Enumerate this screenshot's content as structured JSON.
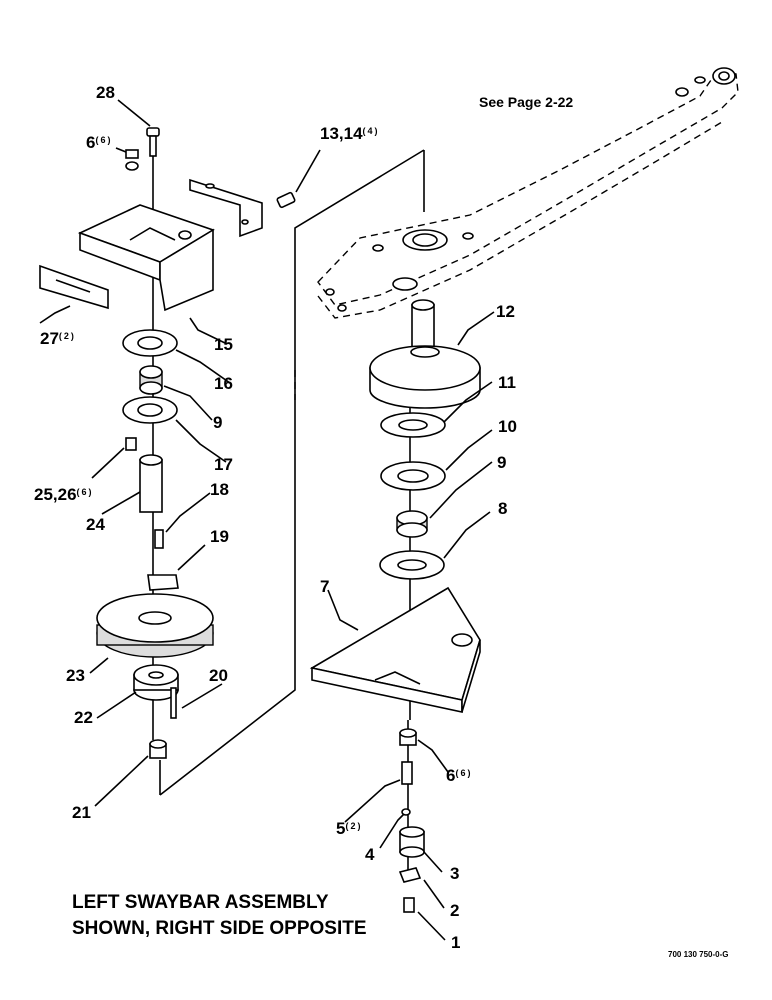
{
  "note": "See Page 2-22",
  "caption": {
    "line1": "LEFT SWAYBAR ASSEMBLY",
    "line2": "SHOWN, RIGHT SIDE OPPOSITE"
  },
  "drawing_number": "700 130 750-0-G",
  "callouts": {
    "c28": {
      "num": "28",
      "qty": ""
    },
    "c6a": {
      "num": "6",
      "qty": "(6)"
    },
    "c1314": {
      "num": "13,14",
      "qty": "(4)"
    },
    "c27": {
      "num": "27",
      "qty": "(2)"
    },
    "c15": {
      "num": "15",
      "qty": ""
    },
    "c16": {
      "num": "16",
      "qty": ""
    },
    "c9a": {
      "num": "9",
      "qty": ""
    },
    "c17": {
      "num": "17",
      "qty": ""
    },
    "c2526": {
      "num": "25,26",
      "qty": "(6)"
    },
    "c18": {
      "num": "18",
      "qty": ""
    },
    "c24": {
      "num": "24",
      "qty": ""
    },
    "c19": {
      "num": "19",
      "qty": ""
    },
    "c23": {
      "num": "23",
      "qty": ""
    },
    "c20": {
      "num": "20",
      "qty": ""
    },
    "c22": {
      "num": "22",
      "qty": ""
    },
    "c21": {
      "num": "21",
      "qty": ""
    },
    "c12": {
      "num": "12",
      "qty": ""
    },
    "c11": {
      "num": "11",
      "qty": ""
    },
    "c10": {
      "num": "10",
      "qty": ""
    },
    "c9b": {
      "num": "9",
      "qty": ""
    },
    "c8": {
      "num": "8",
      "qty": ""
    },
    "c7": {
      "num": "7",
      "qty": ""
    },
    "c6b": {
      "num": "6",
      "qty": "(6)"
    },
    "c5": {
      "num": "5",
      "qty": "(2)"
    },
    "c4": {
      "num": "4",
      "qty": ""
    },
    "c3": {
      "num": "3",
      "qty": ""
    },
    "c2": {
      "num": "2",
      "qty": ""
    },
    "c1": {
      "num": "1",
      "qty": ""
    }
  }
}
